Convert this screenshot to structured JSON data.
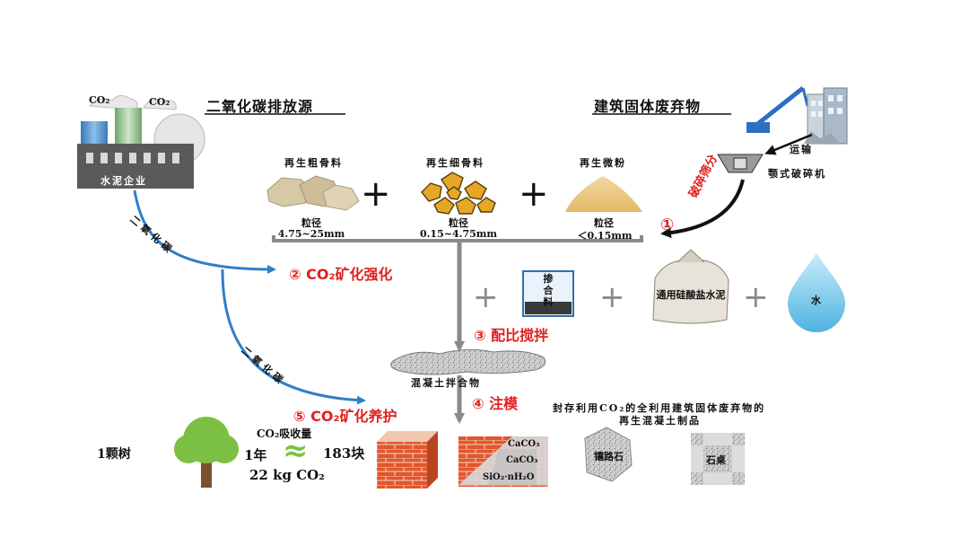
{
  "headers": {
    "co2_source": "二氧化碳排放源",
    "solid_waste": "建筑固体废弃物"
  },
  "cement_plant": {
    "label": "水泥企业",
    "co2_left": "CO₂",
    "co2_right": "CO₂"
  },
  "transport": {
    "transport_label": "运输",
    "crusher_label": "颚式破碎机",
    "step1_num": "①",
    "step1_text": "破碎筛分"
  },
  "aggregates": [
    {
      "name": "再生粗骨料",
      "size_label": "粒径",
      "size": "4.75~25mm"
    },
    {
      "name": "再生细骨料",
      "size_label": "粒径",
      "size": "0.15~4.75mm"
    },
    {
      "name": "再生微粉",
      "size_label": "粒径",
      "size": "＜0.15mm"
    }
  ],
  "steps": {
    "step2": "② CO₂矿化强化",
    "step3": "③  配比搅拌",
    "step4": "④ 注模",
    "step5": "⑤ CO₂矿化养护"
  },
  "arrow_labels": {
    "upper": "二氧化碳",
    "lower": "二氧化碳"
  },
  "mix_inputs": {
    "admixture": "掺合料",
    "cement": "通用硅酸盐水泥",
    "water": "水"
  },
  "mixture_label": "混凝土拌合物",
  "products": {
    "title_line1": "封存利用CO₂的全利用建筑固体废弃物的",
    "title_line2": "再生混凝土制品",
    "paving_stone": "镶路石",
    "curb_stone": "石桌",
    "mineral_labels": [
      "CaCO₃",
      "CaCO₃",
      "SiO₂·nH₂O"
    ]
  },
  "comparison": {
    "tree_label": "1颗树",
    "absorption_label": "CO₂吸收量",
    "year_label": "1年",
    "amount": "22 kg CO₂",
    "approx": "≈",
    "blocks": "183块"
  },
  "colors": {
    "accent_red": "#e02020",
    "arrow_blue": "#2f7fc8",
    "gray_line": "#8a8a8a",
    "tree_green": "#7bc043",
    "brick": "#e2562c"
  }
}
